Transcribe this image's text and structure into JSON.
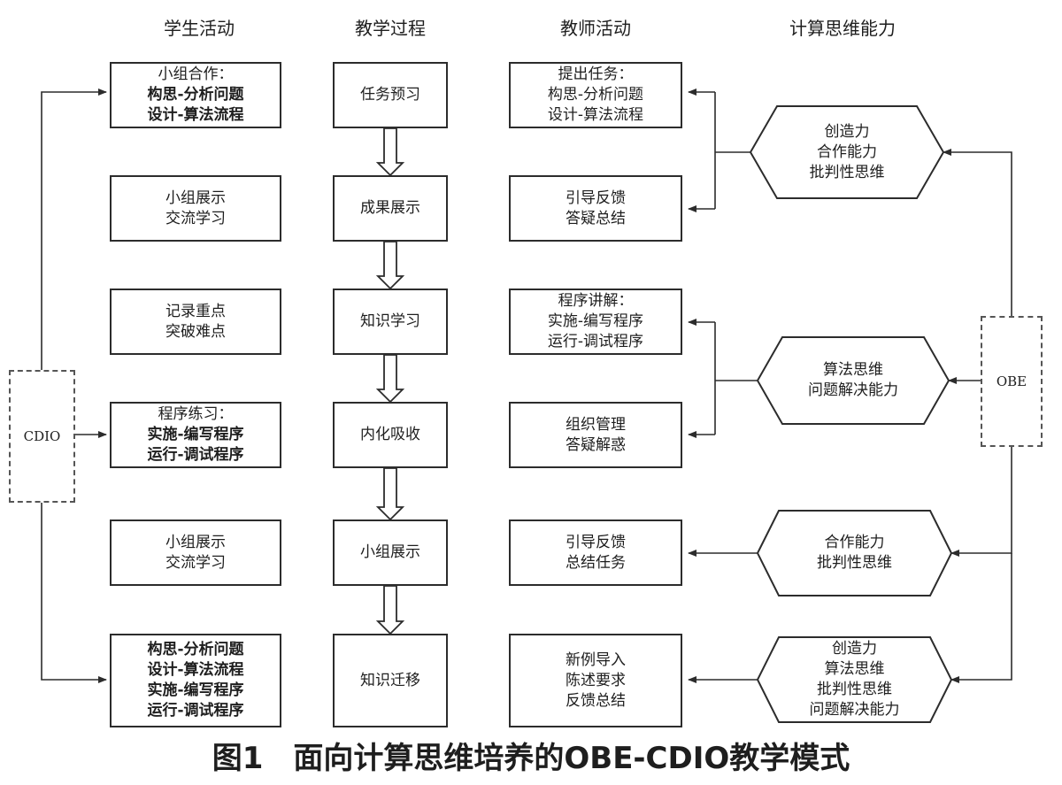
{
  "headers": [
    "学生活动",
    "教学过程",
    "教师活动",
    "计算思维能力"
  ],
  "student": [
    {
      "lines": [
        {
          "t": "小组合作：",
          "b": false
        },
        {
          "t": "构思-分析问题",
          "b": true
        },
        {
          "t": "设计-算法流程",
          "b": true
        }
      ]
    },
    {
      "lines": [
        {
          "t": "小组展示",
          "b": false
        },
        {
          "t": "交流学习",
          "b": false
        }
      ]
    },
    {
      "lines": [
        {
          "t": "记录重点",
          "b": false
        },
        {
          "t": "突破难点",
          "b": false
        }
      ]
    },
    {
      "lines": [
        {
          "t": "程序练习：",
          "b": false
        },
        {
          "t": "实施-编写程序",
          "b": true
        },
        {
          "t": "运行-调试程序",
          "b": true
        }
      ]
    },
    {
      "lines": [
        {
          "t": "小组展示",
          "b": false
        },
        {
          "t": "交流学习",
          "b": false
        }
      ]
    },
    {
      "lines": [
        {
          "t": "构思-分析问题",
          "b": true
        },
        {
          "t": "设计-算法流程",
          "b": true
        },
        {
          "t": "实施-编写程序",
          "b": true
        },
        {
          "t": "运行-调试程序",
          "b": true
        }
      ]
    }
  ],
  "process": [
    "任务预习",
    "成果展示",
    "知识学习",
    "内化吸收",
    "小组展示",
    "知识迁移"
  ],
  "teacher": [
    {
      "lines": [
        "提出任务：",
        "构思-分析问题",
        "设计-算法流程"
      ]
    },
    {
      "lines": [
        "引导反馈",
        "答疑总结"
      ]
    },
    {
      "lines": [
        "程序讲解：",
        "实施-编写程序",
        "运行-调试程序"
      ]
    },
    {
      "lines": [
        "组织管理",
        "答疑解惑"
      ]
    },
    {
      "lines": [
        "引导反馈",
        "总结任务"
      ]
    },
    {
      "lines": [
        "新例导入",
        "陈述要求",
        "反馈总结"
      ]
    }
  ],
  "abilities": [
    {
      "lines": [
        "创造力",
        "合作能力",
        "批判性思维"
      ]
    },
    {
      "lines": [
        "算法思维",
        "问题解决能力"
      ]
    },
    {
      "lines": [
        "合作能力",
        "批判性思维"
      ]
    },
    {
      "lines": [
        "创造力",
        "算法思维",
        "批判性思维",
        "问题解决能力"
      ]
    }
  ],
  "cdio_label": "CDIO",
  "obe_label": "OBE",
  "caption": "图1　面向计算思维培养的OBE-CDIO教学模式"
}
